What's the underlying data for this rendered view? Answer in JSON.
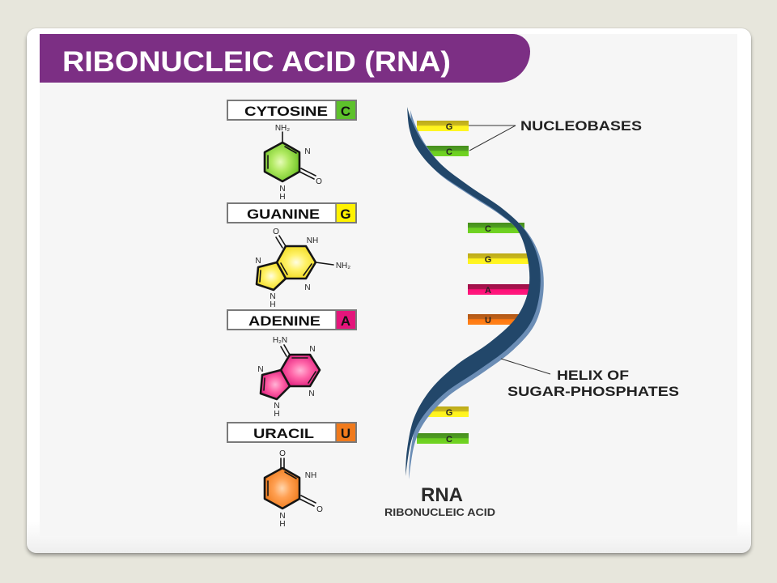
{
  "title": "RIBONUCLEIC ACID (RNA)",
  "nucleobases": [
    {
      "name": "CYTOSINE",
      "letter": "C",
      "color": "#5dc12b",
      "atoms": {
        "amino": "NH₂",
        "ring_n": "N",
        "oxo": "O",
        "nh_n": "N",
        "nh_h": "H"
      }
    },
    {
      "name": "GUANINE",
      "letter": "G",
      "color": "#fff200",
      "atoms": {
        "oxo": "O",
        "ring_nh": "NH",
        "amino": "NH₂",
        "ring_n": "N",
        "pent_n": "N",
        "nh_n": "N",
        "nh_h": "H"
      }
    },
    {
      "name": "ADENINE",
      "letter": "A",
      "color": "#e4157b",
      "atoms": {
        "amino": "H₂N",
        "ring_n_top": "N",
        "ring_n_bottom": "N",
        "pent_n": "N",
        "nh_n": "N",
        "nh_h": "H"
      }
    },
    {
      "name": "URACIL",
      "letter": "U",
      "color": "#f07a1c",
      "atoms": {
        "oxo_top": "O",
        "ring_nh": "NH",
        "oxo_right": "O",
        "nh_n": "N",
        "nh_h": "H"
      }
    }
  ],
  "strand": {
    "bases": [
      "G",
      "C",
      "C",
      "G",
      "A",
      "U",
      "G",
      "C"
    ]
  },
  "callouts": {
    "nucleobases": "NUCLEOBASES",
    "helix_line1": "HELIX OF",
    "helix_line2": "SUGAR-PHOSPHATES"
  },
  "caption": {
    "title": "RNA",
    "subtitle": "RIBONUCLEIC ACID"
  },
  "colors": {
    "header": "#7c2f84",
    "helix": "#22476a",
    "helix_edge": "#6b8db5",
    "background": "#f6f6f6"
  }
}
